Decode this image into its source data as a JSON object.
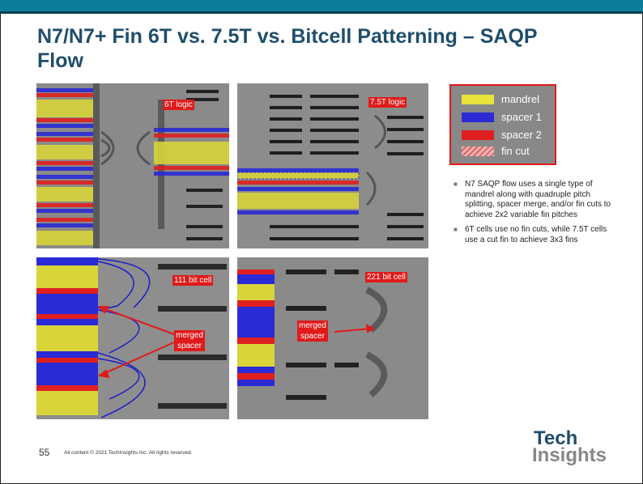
{
  "slide": {
    "title": "N7/N7+ Fin 6T vs. 7.5T vs. Bitcell Patterning – SAQP Flow",
    "page_number": "55",
    "copyright": "All content © 2021 TechInsights Inc. All rights reserved.",
    "logo_line1": "Tech",
    "logo_line2": "Insights"
  },
  "images": {
    "img1_label": "6T logic",
    "img2_label": "7.5T logic",
    "img3_label": "111 bit cell",
    "img4_label": "221 bit cell",
    "merged_spacer": "merged\nspacer"
  },
  "legend": {
    "items": [
      {
        "label": "mandrel",
        "color": "#e8e23a"
      },
      {
        "label": "spacer 1",
        "color": "#2a2ad6"
      },
      {
        "label": "spacer 2",
        "color": "#e02020"
      },
      {
        "label": "fin cut",
        "color": "#f0a0a0"
      }
    ]
  },
  "bullets": [
    "N7 SAQP flow uses a single type of mandrel along with quadruple pitch splitting, spacer merge, and/or fin cuts to achieve 2x2 variable fin pitches",
    "6T cells use no fin cuts, while 7.5T cells use a cut fin to achieve 3x3 fins"
  ]
}
